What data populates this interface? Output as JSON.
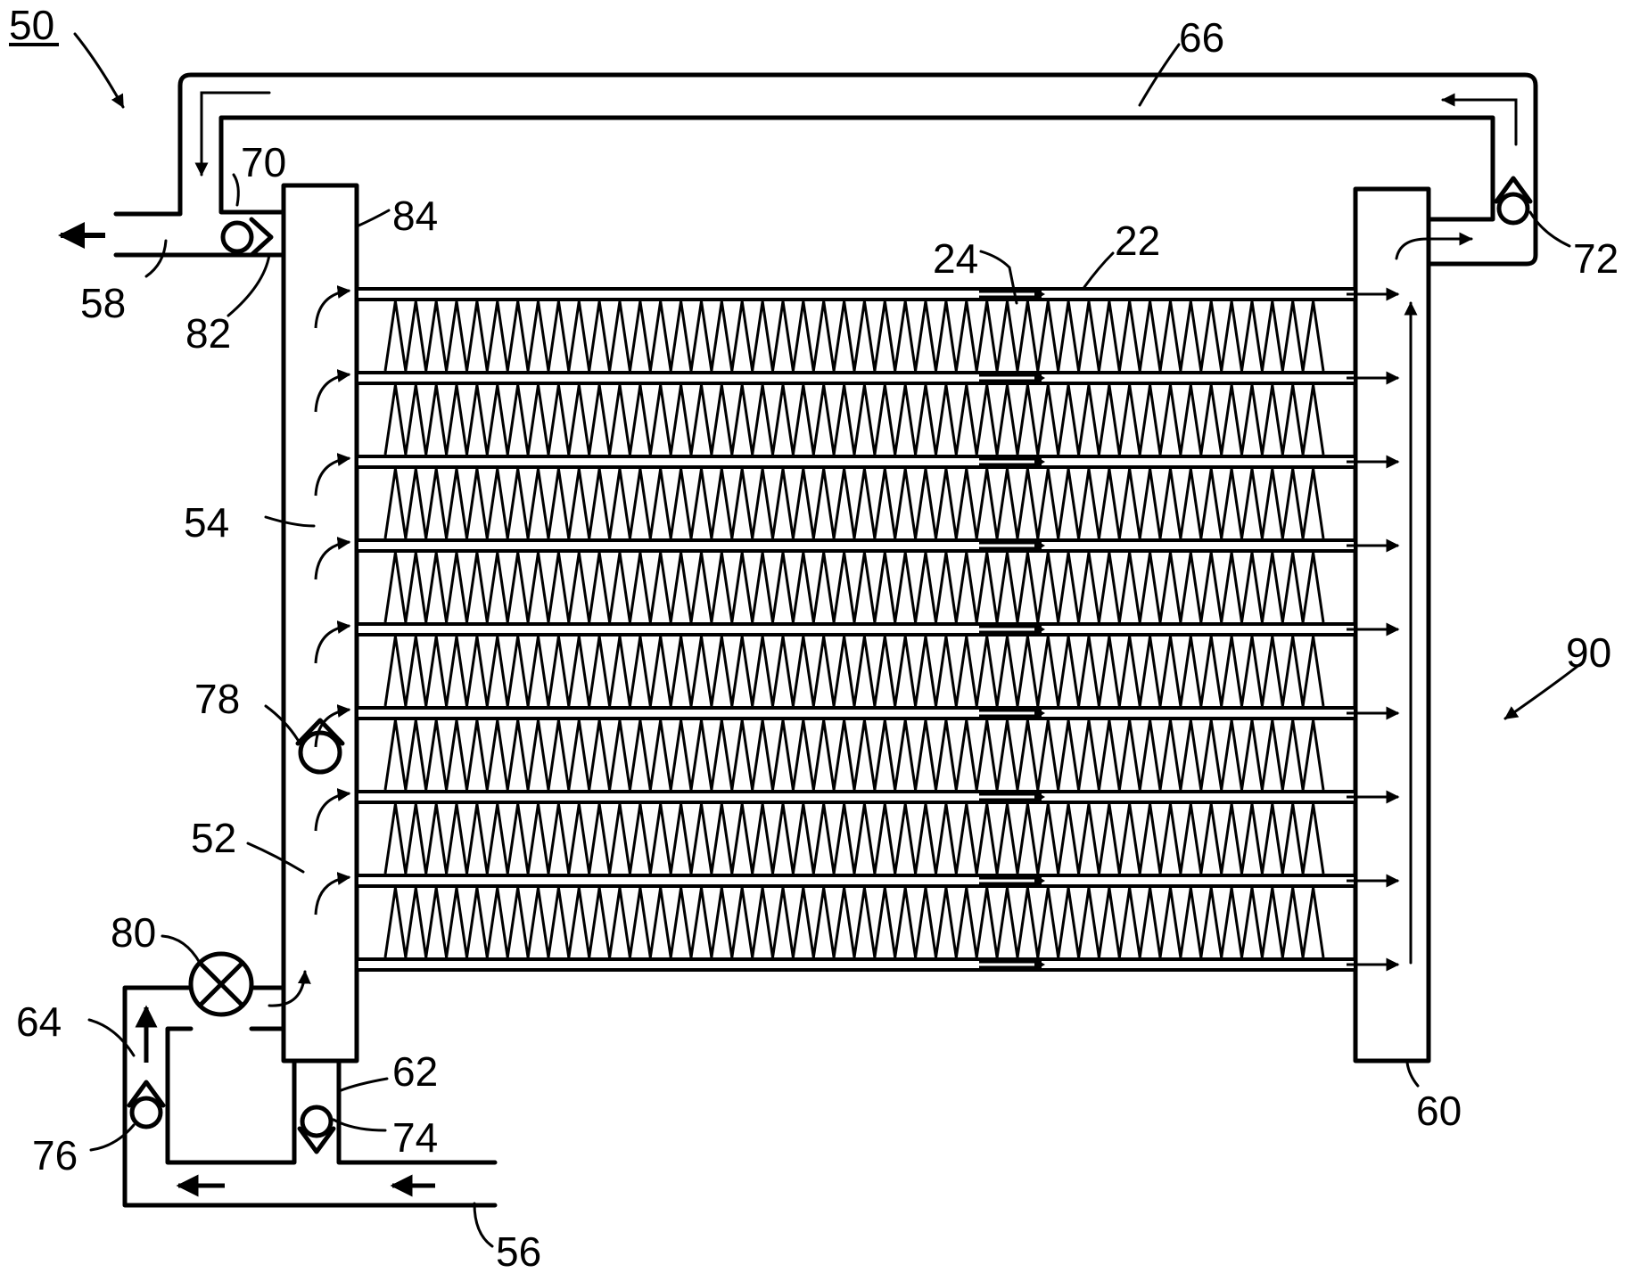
{
  "labels": {
    "r50": "50",
    "r66": "66",
    "r70": "70",
    "r84": "84",
    "r24": "24",
    "r22": "22",
    "r72": "72",
    "r58": "58",
    "r82": "82",
    "r54": "54",
    "r78": "78",
    "r90": "90",
    "r52": "52",
    "r80": "80",
    "r64": "64",
    "r62": "62",
    "r74": "74",
    "r76": "76",
    "r60": "60",
    "r56": "56"
  },
  "core": {
    "fin_rows": 8,
    "zigzags_per_row": 46
  }
}
